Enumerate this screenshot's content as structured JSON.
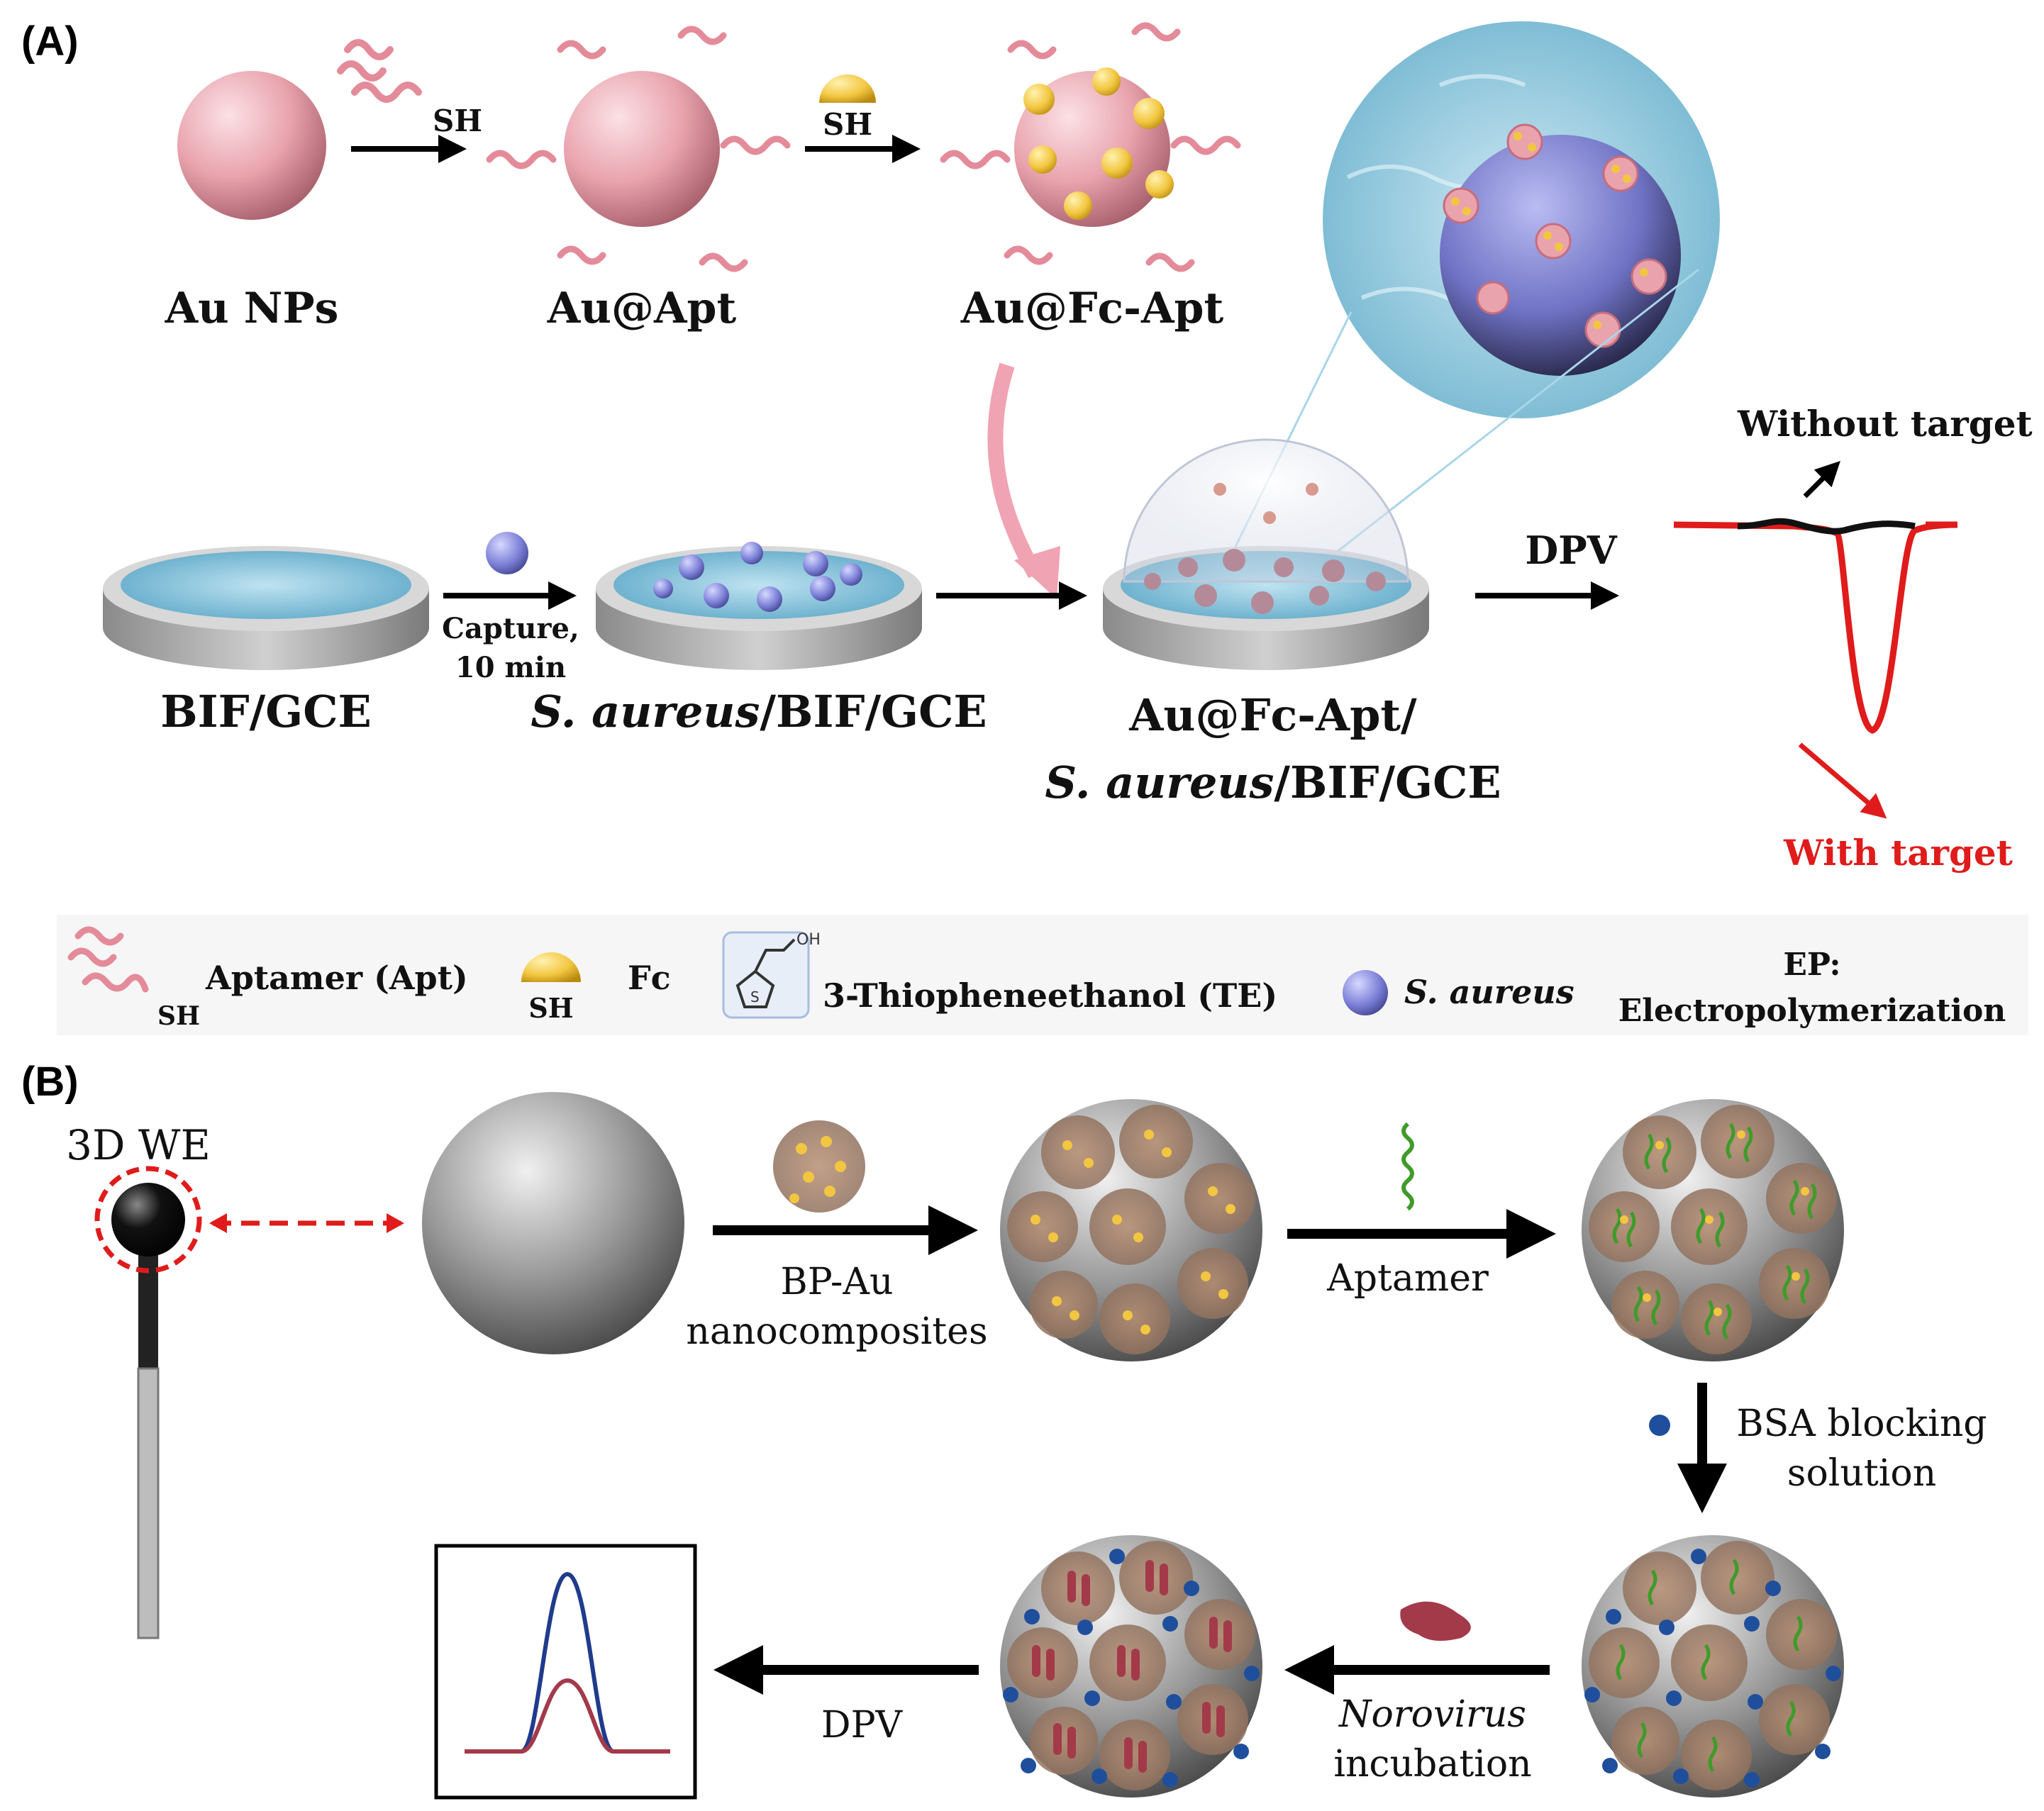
{
  "panel_a": {
    "label": "(A)",
    "sh_tag": "SH",
    "au_nps": "Au NPs",
    "au_apt": "Au@Apt",
    "au_fc_apt": "Au@Fc-Apt",
    "bif_gce": "BIF/GCE",
    "capture_line1": "Capture,",
    "capture_line2": "10 min",
    "s_aureus_italic": "S. aureus",
    "bif_gce_suffix": "/BIF/GCE",
    "final_line1": "Au@Fc-Apt/",
    "dpv": "DPV",
    "without_target": "Without target",
    "with_target": "With target",
    "legend": {
      "aptamer": "Aptamer (Apt)",
      "sh": "SH",
      "fc": "Fc",
      "oh": "OH",
      "s_glyph": "S",
      "te": "3-Thiopheneethanol (TE)",
      "s_aureus": "S. aureus",
      "ep_line1": "EP:",
      "ep_line2": "Electropolymerization"
    }
  },
  "panel_b": {
    "label": "(B)",
    "we": "3D WE",
    "bp_au_line1": "BP-Au",
    "bp_au_line2": "nanocomposites",
    "aptamer": "Aptamer",
    "bsa_line1": "BSA blocking",
    "bsa_line2": "solution",
    "norovirus": "Norovirus",
    "incubation": "incubation",
    "dpv": "DPV"
  },
  "colors": {
    "gold_np": "#e9a3ad",
    "fc_yellow": "#f2c640",
    "s_aureus": "#7b7fd6",
    "with_target": "#e01b1b",
    "bsa_dot": "#1f4f9c",
    "aptamer_green": "#3f9b2a",
    "norovirus": "#a33a4a",
    "dpv_blue": "#1f3b8c",
    "dpv_red": "#a33a4a"
  }
}
